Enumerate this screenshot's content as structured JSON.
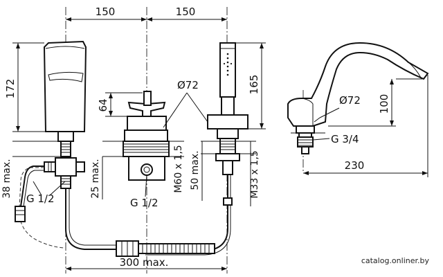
{
  "dimensions": {
    "top_left_width": "150",
    "top_right_width": "150",
    "height_spout": "172",
    "height_shower": "165",
    "height_handle": "64",
    "diameter_center": "Ø72",
    "diameter_side": "Ø72",
    "thread_center": "M60 x 1,5",
    "thread_shower": "M33 x 1,5",
    "max_50": "50 max.",
    "max_25": "25 max.",
    "max_38": "38 max.",
    "max_300": "300 max.",
    "connector_left": "G 1/2",
    "connector_center": "G 1/2",
    "connector_side": "G 3/4",
    "side_height": "100",
    "side_length": "230"
  },
  "watermark": "catalog.onliner.by"
}
